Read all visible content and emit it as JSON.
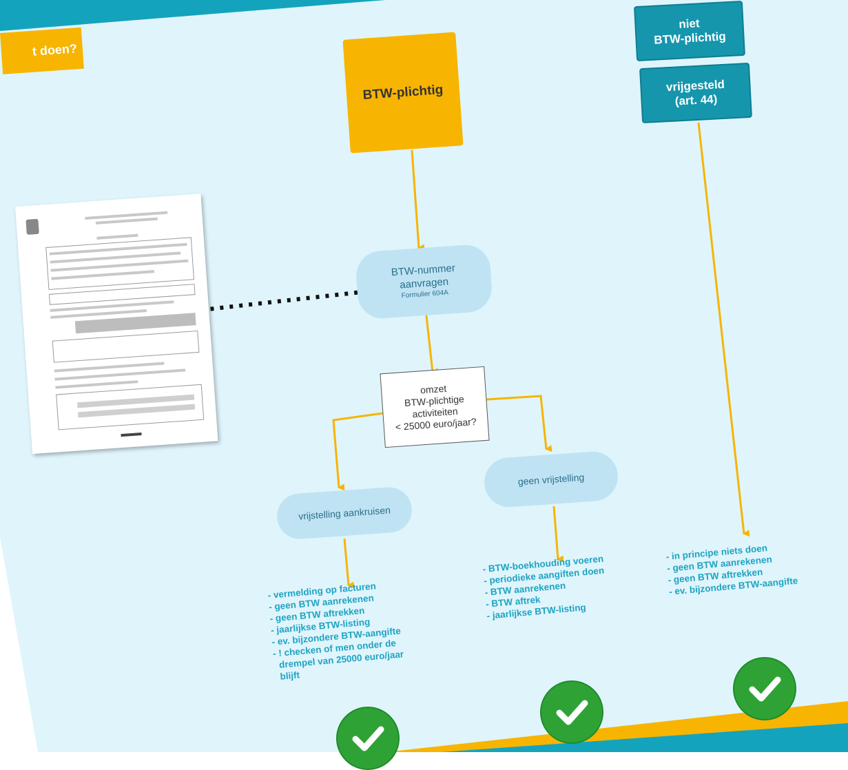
{
  "header": {
    "tag_text": "t doen?"
  },
  "nodes": {
    "btw_plichtig": "BTW-plichtig",
    "niet_btw_line1": "niet",
    "niet_btw_line2": "BTW-plichtig",
    "vrijgesteld_line1": "vrijgesteld",
    "vrijgesteld_line2": "(art. 44)",
    "aanvragen_line1": "BTW-nummer",
    "aanvragen_line2": "aanvragen",
    "aanvragen_sub": "Formulier 604A",
    "decision_lines": [
      "omzet",
      "BTW-plichtige",
      "activiteiten",
      "< 25000 euro/jaar?"
    ],
    "vrijstelling": "vrijstelling aankruisen",
    "geen_vrijstelling": "geen vrijstelling"
  },
  "lists": {
    "left": [
      "- vermelding op facturen",
      "- geen BTW aanrekenen",
      "- geen BTW aftrekken",
      "- jaarlijkse BTW-listing",
      "- ev. bijzondere BTW-aangifte",
      "- ! checken of men onder de",
      "  drempel van 25000 euro/jaar",
      "  blijft"
    ],
    "middle": [
      "- BTW-boekhouding voeren",
      "- periodieke aangiften doen",
      "- BTW aanrekenen",
      "- BTW aftrek",
      "- jaarlijkse BTW-listing"
    ],
    "right": [
      "- in principe niets doen",
      "- geen BTW aanrekenen",
      "- geen BTW aftrekken",
      "- ev. bijzondere BTW-aangifte"
    ]
  },
  "colors": {
    "background": "#dff5fb",
    "orange": "#f7b400",
    "teal": "#1596ad",
    "pill": "#bfe3f3",
    "list_text": "#1fa3c3",
    "check": "#2fa236"
  },
  "icons": [
    "checkmark-icon",
    "checkmark-icon",
    "checkmark-icon",
    "form-document-icon"
  ]
}
